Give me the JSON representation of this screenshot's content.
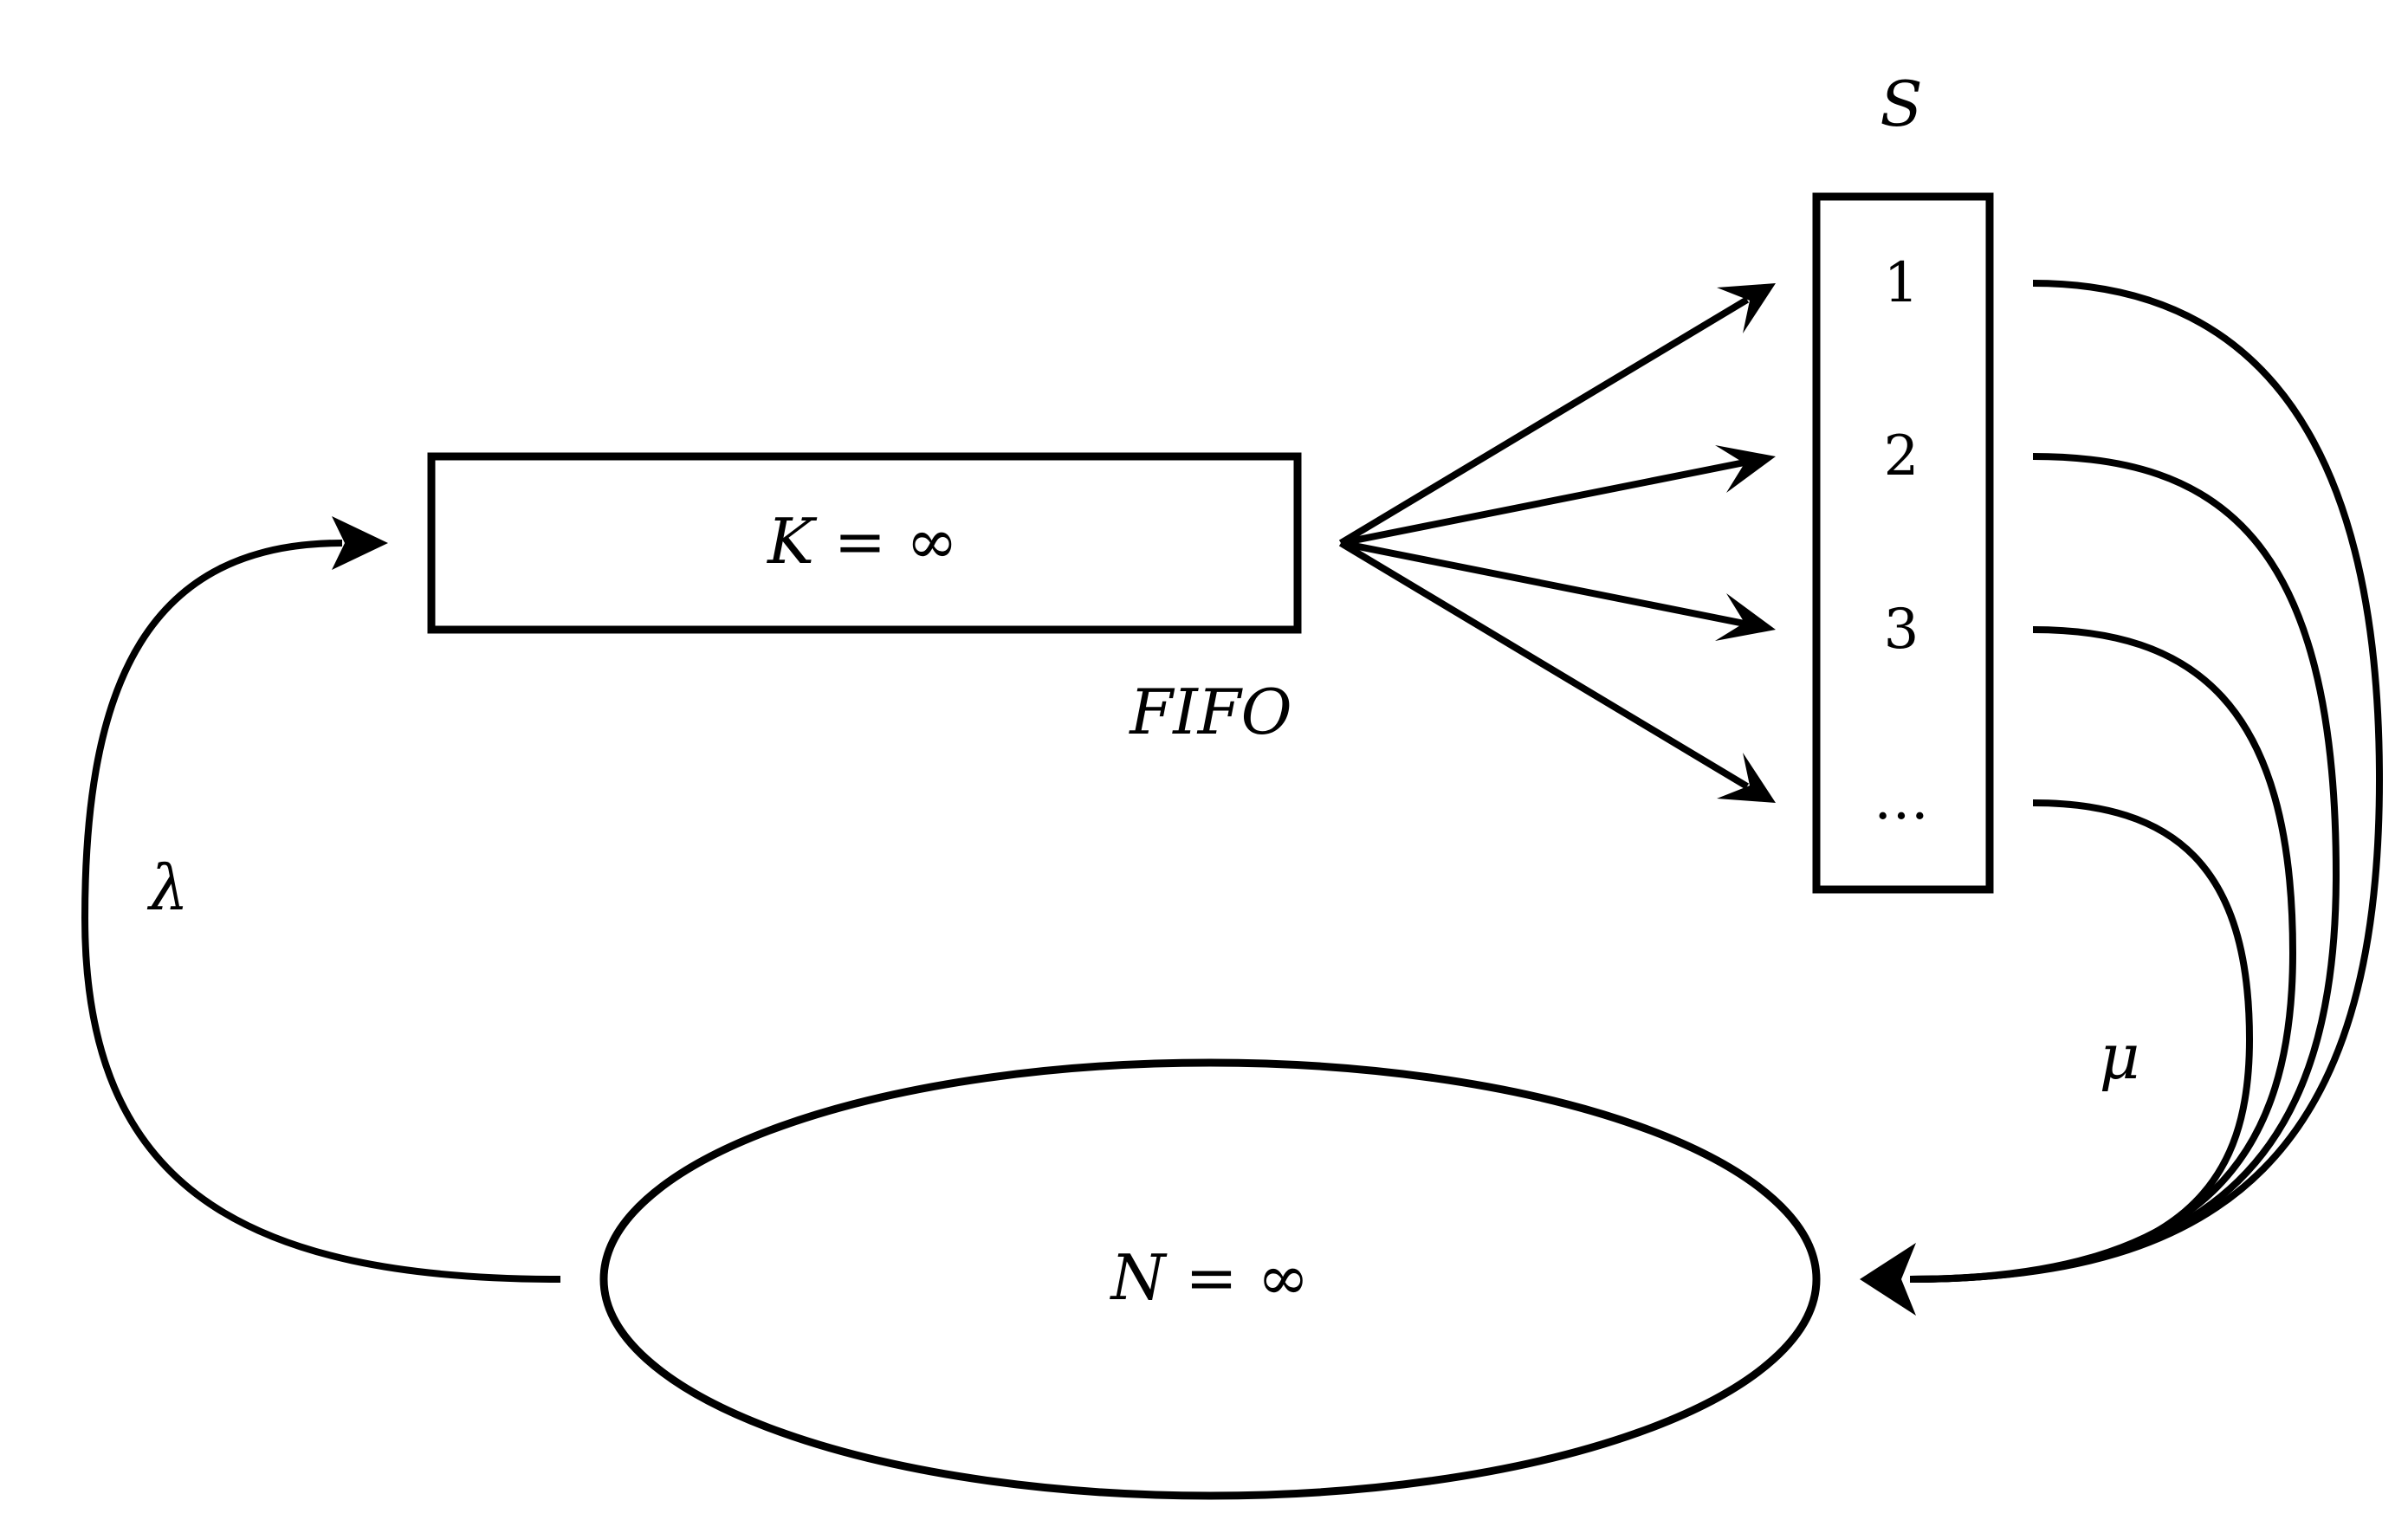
{
  "queue": {
    "label": "K = ∞",
    "discipline": "FIFO"
  },
  "servers": {
    "label": "S",
    "slots": [
      "1",
      "2",
      "3",
      "…"
    ]
  },
  "population": {
    "label": "N = ∞"
  },
  "rates": {
    "arrival": "λ",
    "service": "μ"
  }
}
